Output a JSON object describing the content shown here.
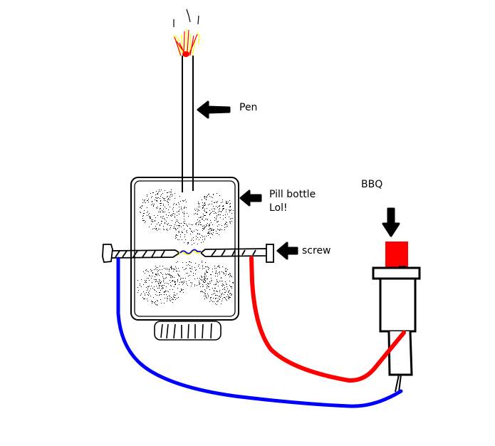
{
  "diagram": {
    "title": "Pill bottle BBQ igniter spark gap",
    "labels": {
      "pen": "Pen",
      "pill_bottle_line1": "Pill bottle",
      "pill_bottle_line2": "Lol!",
      "screw": "screw",
      "bbq": "BBQ"
    },
    "components": [
      {
        "id": "flame",
        "name": "Flame at pen tip"
      },
      {
        "id": "pen",
        "name": "Pen"
      },
      {
        "id": "pill-bottle",
        "name": "Pill bottle"
      },
      {
        "id": "screw",
        "name": "Screw (spark gap)"
      },
      {
        "id": "bbq-igniter",
        "name": "BBQ push-button igniter"
      }
    ],
    "wires": [
      {
        "id": "red-wire",
        "from": "screw right",
        "to": "BBQ igniter body",
        "color": "#ff0000"
      },
      {
        "id": "blue-wire",
        "from": "screw left",
        "to": "BBQ igniter terminal",
        "color": "#0000ff"
      }
    ],
    "colors": {
      "stroke": "#000000",
      "red_wire": "#ff0000",
      "blue_wire": "#0000ff",
      "igniter_button": "#ff0000",
      "flame_red": "#ff0000",
      "flame_yellow": "#ffff00",
      "spark_blue": "#0000ff",
      "spark_yellow": "#ffff00"
    }
  }
}
